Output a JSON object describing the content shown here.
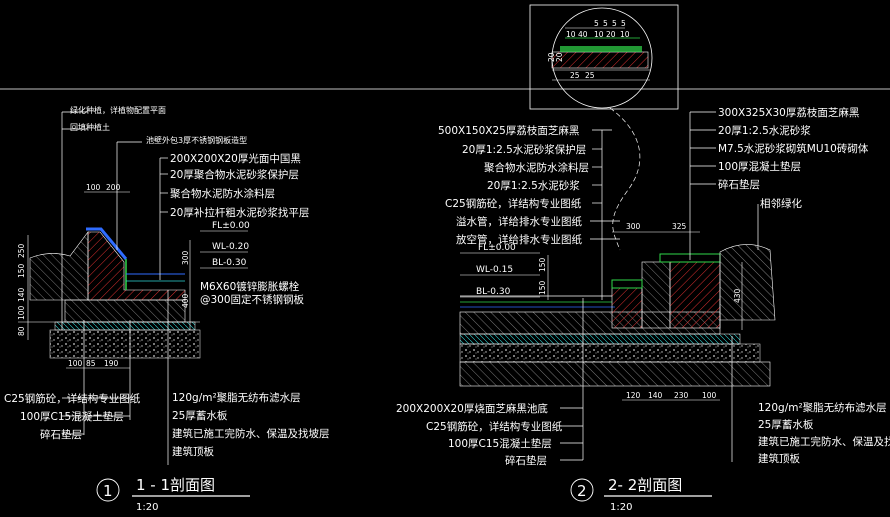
{
  "colors": {
    "background": "#000000",
    "leader": "#ffffff",
    "hatch": "#e03030",
    "water": "#2f6cff",
    "detail": "#30d84a",
    "gravel": "#c9c9c9",
    "soil": "#b8b8b8"
  },
  "section1": {
    "title_number": "1",
    "title": "1 - 1剖面图",
    "scale": "1:20",
    "labels_top": [
      "绿化种植，详植物配置平面",
      "回填种植土",
      "池壁外包3厚不锈钢钢板造型",
      "200X200X20厚光面中国黑",
      "20厚聚合物水泥砂浆保护层",
      "聚合物水泥防水涂料层",
      "20厚补拉杆粗水泥砂浆找平层"
    ],
    "levels": {
      "fl": "FL±0.00",
      "wl": "WL-0.20",
      "bl": "BL-0.30"
    },
    "bolt_note_1": "M6X60镀锌膨胀螺栓",
    "bolt_note_2": "@300固定不锈钢钢板",
    "dims_top": [
      "100",
      "200"
    ],
    "dims_left": [
      "250",
      "150",
      "140",
      "100",
      "80"
    ],
    "dims_right": [
      "300",
      "400"
    ],
    "dims_bottom": [
      "100",
      "85",
      "190"
    ],
    "labels_bottom_left": [
      "C25钢筋砼，详结构专业图纸",
      "100厚C15混凝土垫层",
      "碎石垫层"
    ],
    "labels_bottom_right": [
      "120g/m²聚脂无纺布滤水层",
      "25厚蓄水板",
      "建筑已施工完防水、保温及找坡层",
      "建筑顶板"
    ]
  },
  "section2": {
    "title_number": "2",
    "title": "2- 2剖面图",
    "scale": "1:20",
    "labels_left": [
      "500X150X25厚荔枝面芝麻黑",
      "20厚1:2.5水泥砂浆保护层",
      "聚合物水泥防水涂料层",
      "20厚1:2.5水泥砂浆",
      "C25钢筋砼，详结构专业图纸",
      "溢水管，详给排水专业图纸",
      "放空管，详给排水专业图纸"
    ],
    "labels_right": [
      "300X325X30厚荔枝面芝麻黑",
      "20厚1:2.5水泥砂浆",
      "M7.5水泥砂浆砌筑MU10砖砌体",
      "100厚混凝土垫层",
      "碎石垫层"
    ],
    "green_note": "相邻绿化",
    "levels": {
      "fl": "FL±0.00",
      "wl": "WL-0.15",
      "bl": "BL-0.30"
    },
    "dims_top": [
      "300",
      "325"
    ],
    "dims_left": [
      "150",
      "150"
    ],
    "dims_right": [
      "430"
    ],
    "dims_bottom": [
      "120",
      "140",
      "230",
      "100"
    ],
    "labels_bottom_left": [
      "200X200X20厚烧面芝麻黑池底",
      "C25钢筋砼，详结构专业图纸",
      "100厚C15混凝土垫层",
      "碎石垫层"
    ],
    "labels_bottom_right": [
      "120g/m²聚脂无纺布滤水层",
      "25厚蓄水板",
      "建筑已施工完防水、保温及找坡层",
      "建筑顶板"
    ]
  },
  "detail": {
    "dims_top_row1": [
      "5",
      "5",
      "5",
      "5"
    ],
    "dims_top_row2": [
      "10",
      "40",
      "10",
      "20",
      "10"
    ],
    "dims_side": [
      "20",
      "20"
    ],
    "dims_bottom": [
      "25",
      "25"
    ]
  }
}
